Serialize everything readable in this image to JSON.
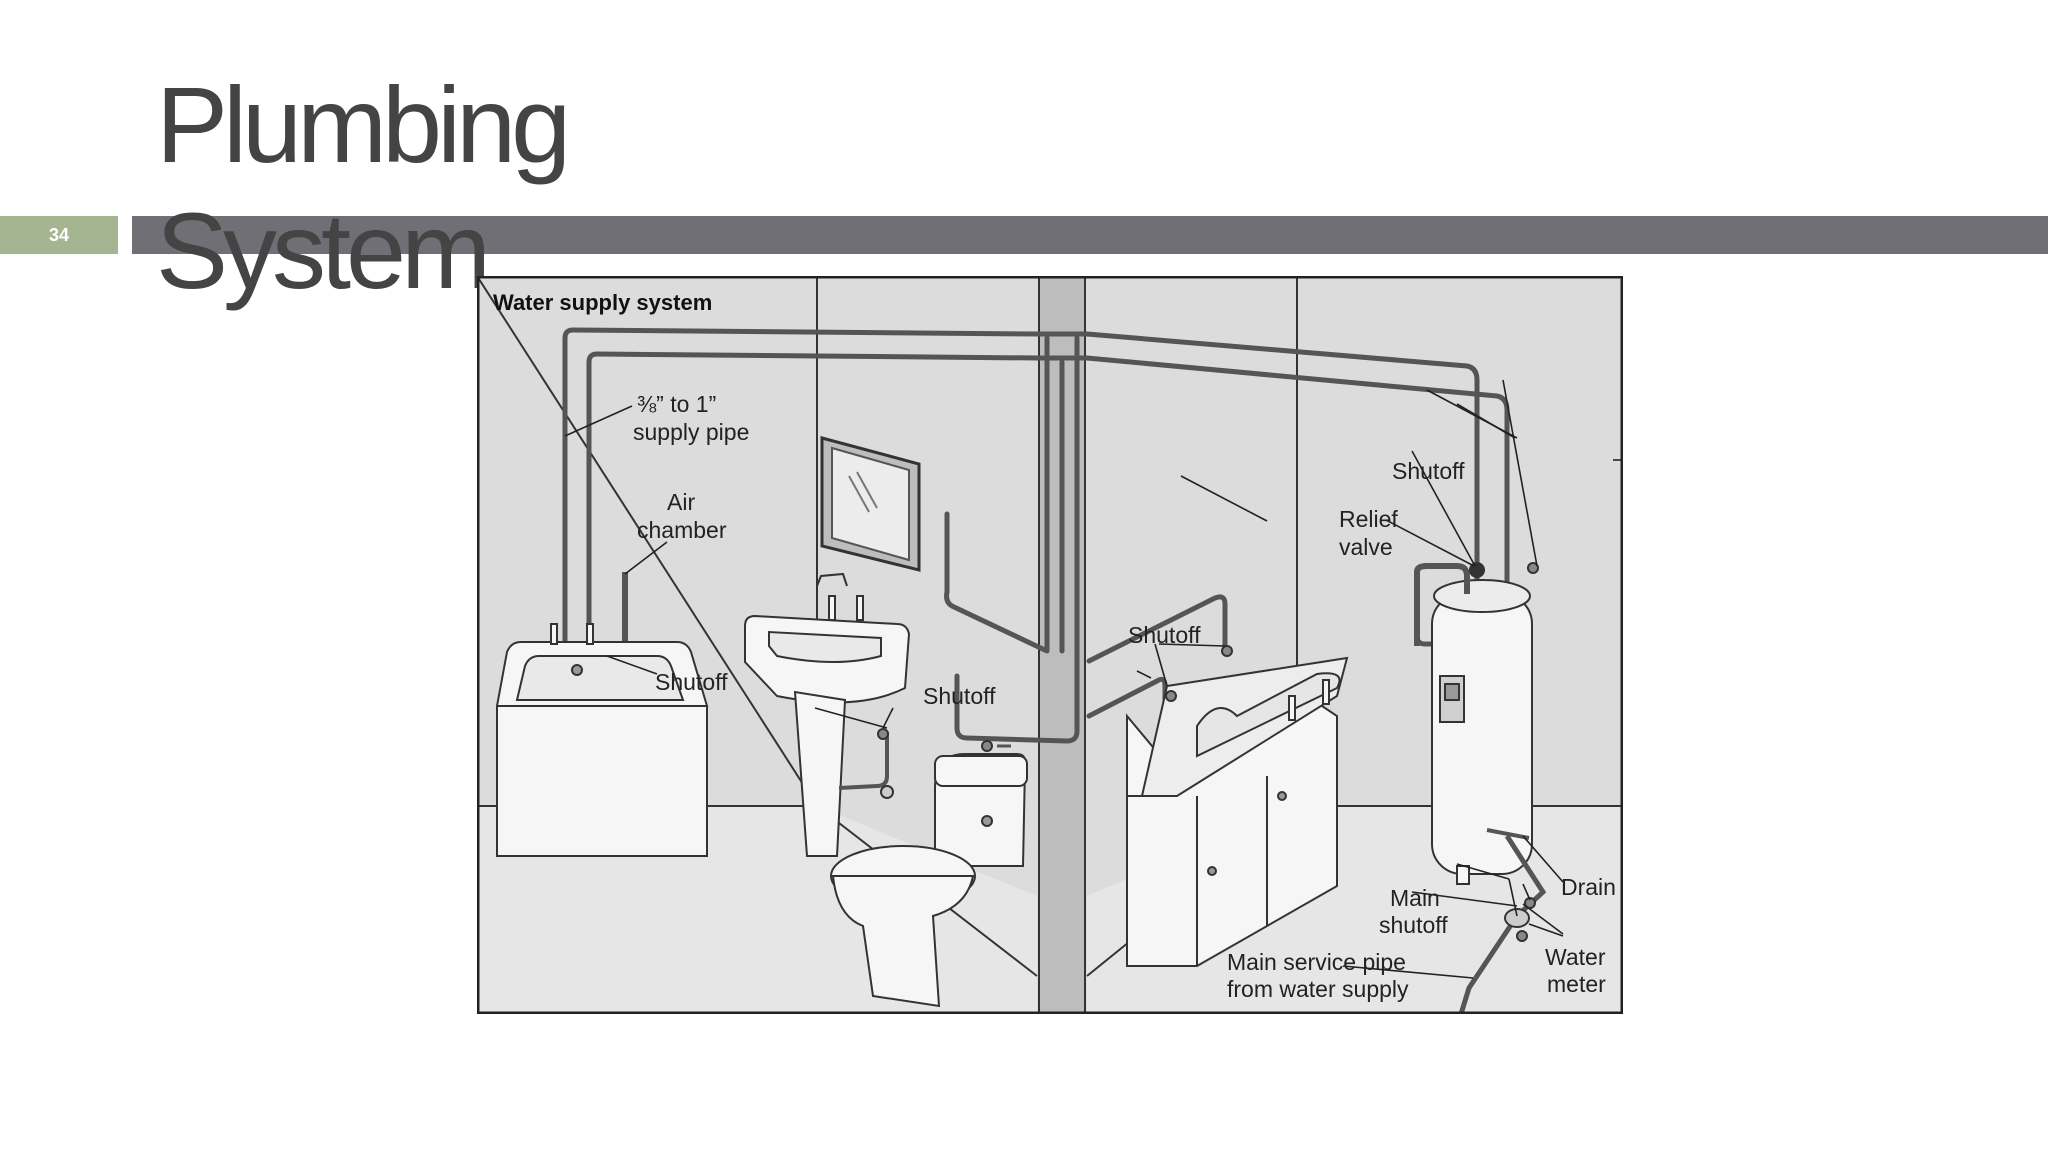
{
  "slide": {
    "number": "34"
  },
  "title": {
    "line1": "Plumbing",
    "line2": "System"
  },
  "diagram": {
    "heading": "Water supply system",
    "labels": {
      "supply_pipe_1": "⅜” to 1”",
      "supply_pipe_2": "supply pipe",
      "air_chamber_1": "Air",
      "air_chamber_2": "chamber",
      "shutoff_tub": "Shutoff",
      "shutoff_toilet": "Shutoff",
      "shutoff_vanity": "Shutoff",
      "shutoff_heater": "Shutoff",
      "relief_valve_1": "Relief",
      "relief_valve_2": "valve",
      "main_shutoff_1": "Main",
      "main_shutoff_2": "shutoff",
      "drain": "Drain",
      "water_meter_1": "Water",
      "water_meter_2": "meter",
      "service_pipe_1": "Main service pipe",
      "service_pipe_2": "from water supply"
    }
  },
  "colors": {
    "accent": "#a5b592",
    "bar": "#6f6f75",
    "title": "#444444",
    "wall": "#dcdcdc"
  }
}
